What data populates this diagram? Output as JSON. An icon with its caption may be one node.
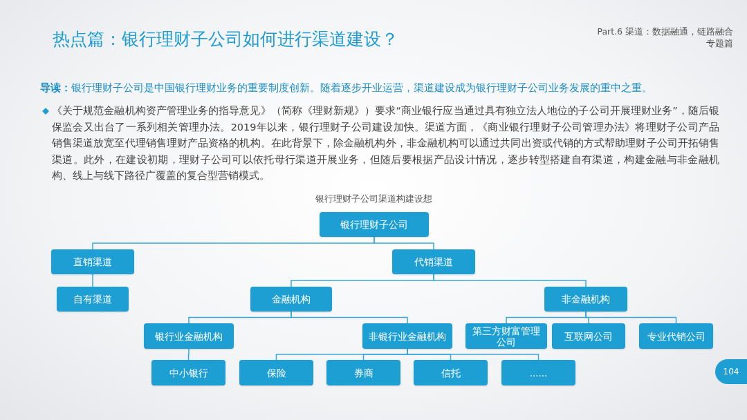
{
  "diagram": {
    "title": "热点篇：银行理财子公司如何进行渠道建设？",
    "caption": "银行理财子公司渠道构建设想",
    "nodes": [
      {
        "text": [
          "银行理财子公司"
        ]
      },
      {
        "text": [
          "直销渠道"
        ]
      },
      {
        "text": [
          "代销渠道"
        ]
      },
      {
        "text": [
          "自有渠道"
        ]
      },
      {
        "text": [
          "金融机构"
        ]
      },
      {
        "text": [
          "非金融机构"
        ]
      },
      {
        "text": [
          "银行业金融机构"
        ]
      },
      {
        "text": [
          "非银行业金融机构"
        ]
      },
      {
        "text": [
          "第三方财富管理公司"
        ]
      },
      {
        "text": [
          "互联网公司"
        ]
      },
      {
        "text": [
          "专业代销公司"
        ]
      },
      {
        "text": [
          "中小银行"
        ]
      },
      {
        "text": [
          "保险"
        ]
      },
      {
        "text": [
          "券商"
        ]
      },
      {
        "text": [
          "信托"
        ]
      },
      {
        "text": [
          "......"
        ]
      }
    ],
    "edges": [
      {
        "from": 0,
        "to": 1,
        "arrow": "none"
      },
      {
        "from": 0,
        "to": 2,
        "arrow": "none"
      },
      {
        "from": 1,
        "to": 3,
        "arrow": "none"
      },
      {
        "from": 2,
        "to": 4,
        "arrow": "none"
      },
      {
        "from": 2,
        "to": 5,
        "arrow": "none"
      },
      {
        "from": 4,
        "to": 6,
        "arrow": "none"
      },
      {
        "from": 4,
        "to": 7,
        "arrow": "none"
      },
      {
        "from": 5,
        "to": 8,
        "arrow": "none"
      },
      {
        "from": 5,
        "to": 9,
        "arrow": "none"
      },
      {
        "from": 5,
        "to": 10,
        "arrow": "none"
      },
      {
        "from": 6,
        "to": 11,
        "arrow": "none"
      },
      {
        "from": 7,
        "to": 12,
        "arrow": "none"
      },
      {
        "from": 7,
        "to": 13,
        "arrow": "none"
      },
      {
        "from": 7,
        "to": 14,
        "arrow": "none"
      },
      {
        "from": 7,
        "to": 15,
        "arrow": "none"
      }
    ],
    "labels": [
      "Part.6 渠道：数据融通，链路融合",
      "专题篇",
      "**导读：**银行理财子公司是中国银行理财业务的重要制度创新。随着逐步开业运营，渠道建设成为银行理财子公司业务发展的重中之重。",
      "《关于规范金融机构资产管理业务的指导意见》（简称《理财新规》）要求“商业银行应当通过具有独立法人地位的子公司开展理财业务”，随后银保监会又出台了一系列相关管理办法。2019年以来，银行理财子公司建设加快。渠道方面，《商业银行理财子公司管理办法》将理财子公司产品销售渠道放宽至代理销售理财产品资格的机构。在此背景下，除金融机构外，非金融机构可以通过共同出资或代销的方式帮助理财子公司开拓销售渠道。此外，在建设初期，理财子公司可以依托母行渠道开展业务，但随后要根据产品设计情况，逐步转型搭建自有渠道，构建金融与非金融机构、线上与线下路径广覆盖的复合型营销模式。",
      "104"
    ]
  }
}
